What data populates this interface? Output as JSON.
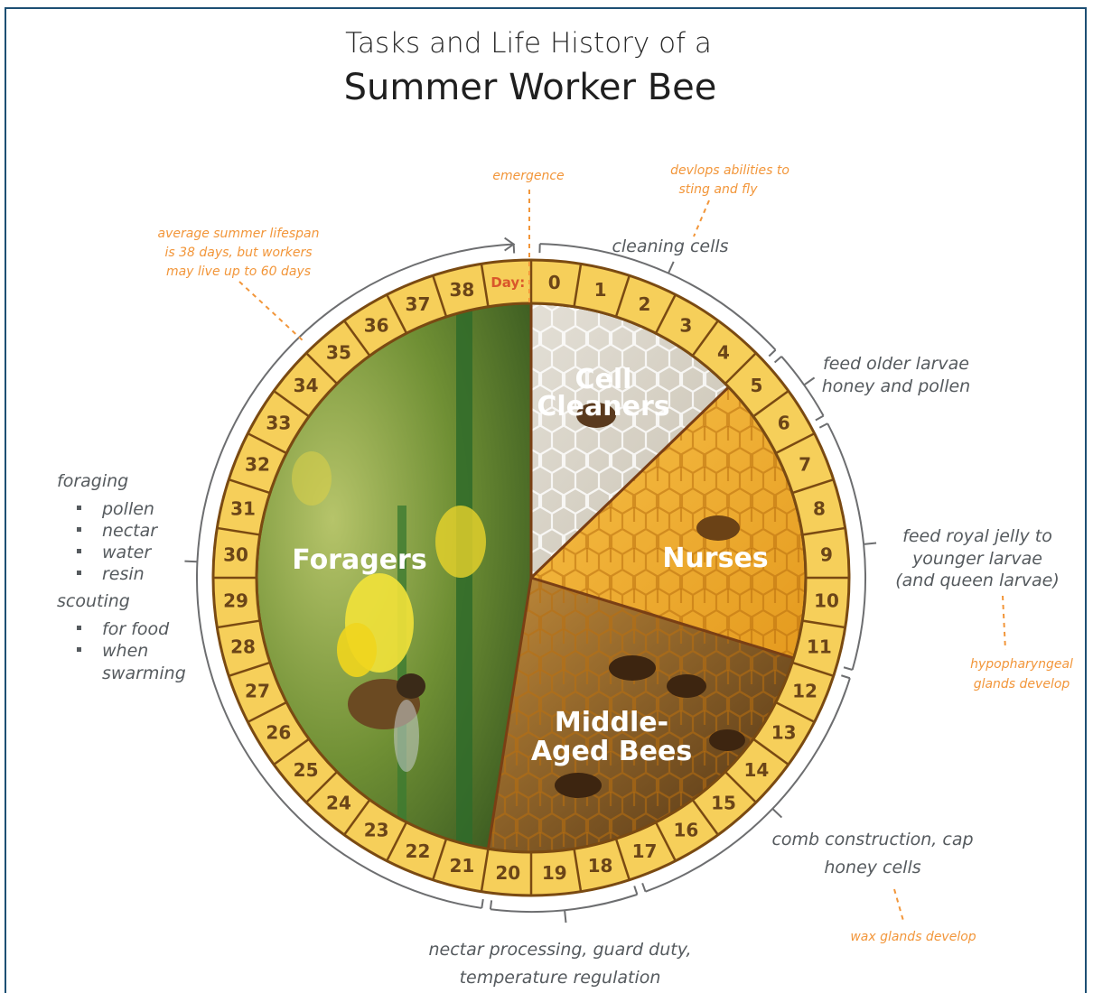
{
  "title": {
    "line1": "Tasks and Life History of a",
    "line2": "Summer Worker Bee"
  },
  "ring": {
    "day_label": "Day:",
    "days": [
      "0",
      "1",
      "2",
      "3",
      "4",
      "5",
      "6",
      "7",
      "8",
      "9",
      "10",
      "11",
      "12",
      "13",
      "14",
      "15",
      "16",
      "17",
      "18",
      "19",
      "20",
      "21",
      "22",
      "23",
      "24",
      "25",
      "26",
      "27",
      "28",
      "29",
      "30",
      "31",
      "32",
      "33",
      "34",
      "35",
      "36",
      "37",
      "38"
    ]
  },
  "sections": {
    "cell_cleaners": [
      "Cell",
      "Cleaners"
    ],
    "nurses": "Nurses",
    "middle_aged": [
      "Middle-",
      "Aged Bees"
    ],
    "foragers": "Foragers"
  },
  "notes": {
    "emergence": "emergence",
    "sting": [
      "devlops abilities to",
      "sting and fly"
    ],
    "lifespan": [
      "average summer lifespan",
      "is 38 days, but workers",
      "may live up to 60 days"
    ],
    "hypo": [
      "hypopharyngeal",
      "glands develop"
    ],
    "wax": "wax glands develop"
  },
  "tasks": {
    "cleaning": "cleaning cells",
    "feed_older": [
      "feed older larvae",
      "honey and pollen"
    ],
    "royal_jelly": [
      "feed royal jelly to",
      "younger larvae",
      "(and queen larvae)"
    ],
    "comb": [
      "comb construction, cap",
      "honey cells"
    ],
    "nectar": [
      "nectar processing, guard duty,",
      "temperature regulation"
    ],
    "foraging_title": "foraging",
    "foraging_items": [
      "pollen",
      "nectar",
      "water",
      "resin"
    ],
    "scouting_title": "scouting",
    "scouting_items": [
      "for food",
      "when",
      "swarming"
    ]
  },
  "colors": {
    "frame": "#1d4f73",
    "ring_fill": "#f6cf5a",
    "ring_outline": "#7a4a12",
    "note": "#f2963a",
    "task_text": "#555a5e",
    "day_label": "#d9572b"
  }
}
